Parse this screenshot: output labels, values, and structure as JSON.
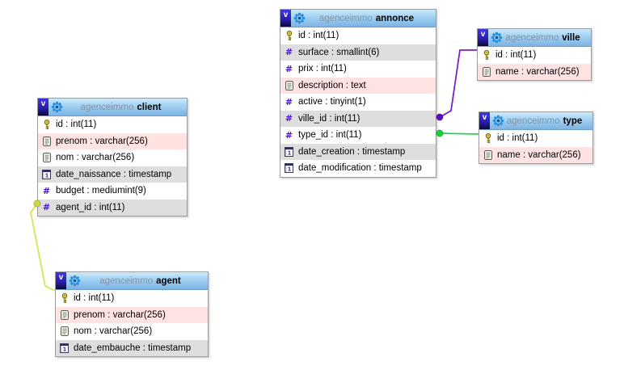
{
  "canvas": {
    "database": "agenceimmo",
    "background": "#ffffff"
  },
  "header": {
    "v_icon_label": "v"
  },
  "tables": [
    {
      "schema": "agenceimmo",
      "name": "annonce",
      "columns": [
        {
          "text": "id : int(11)",
          "icon": "key-icon",
          "bg": "white"
        },
        {
          "text": "surface : smallint(6)",
          "icon": "numeric-icon",
          "bg": "gray"
        },
        {
          "text": "prix : int(11)",
          "icon": "numeric-icon",
          "bg": "white"
        },
        {
          "text": "description : text",
          "icon": "text-icon",
          "bg": "pink"
        },
        {
          "text": "active : tinyint(1)",
          "icon": "numeric-icon",
          "bg": "white"
        },
        {
          "text": "ville_id : int(11)",
          "icon": "numeric-icon",
          "bg": "gray"
        },
        {
          "text": "type_id : int(11)",
          "icon": "numeric-icon",
          "bg": "white"
        },
        {
          "text": "date_creation : timestamp",
          "icon": "calendar-icon",
          "bg": "gray"
        },
        {
          "text": "date_modification : timestamp",
          "icon": "calendar-icon",
          "bg": "white"
        }
      ]
    },
    {
      "schema": "agenceimmo",
      "name": "ville",
      "columns": [
        {
          "text": "id : int(11)",
          "icon": "key-icon",
          "bg": "white"
        },
        {
          "text": "name : varchar(256)",
          "icon": "text-icon",
          "bg": "pink"
        }
      ]
    },
    {
      "schema": "agenceimmo",
      "name": "type",
      "columns": [
        {
          "text": "id : int(11)",
          "icon": "key-icon",
          "bg": "white"
        },
        {
          "text": "name : varchar(256)",
          "icon": "text-icon",
          "bg": "pink"
        }
      ]
    },
    {
      "schema": "agenceimmo",
      "name": "client",
      "columns": [
        {
          "text": "id : int(11)",
          "icon": "key-icon",
          "bg": "white"
        },
        {
          "text": "prenom : varchar(256)",
          "icon": "text-icon",
          "bg": "pink"
        },
        {
          "text": "nom : varchar(256)",
          "icon": "text-icon",
          "bg": "white"
        },
        {
          "text": "date_naissance : timestamp",
          "icon": "calendar-icon",
          "bg": "gray"
        },
        {
          "text": "budget : mediumint(9)",
          "icon": "numeric-icon",
          "bg": "white"
        },
        {
          "text": "agent_id : int(11)",
          "icon": "numeric-icon",
          "bg": "gray"
        }
      ]
    },
    {
      "schema": "agenceimmo",
      "name": "agent",
      "columns": [
        {
          "text": "id : int(11)",
          "icon": "key-icon",
          "bg": "white"
        },
        {
          "text": "prenom : varchar(256)",
          "icon": "text-icon",
          "bg": "pink"
        },
        {
          "text": "nom : varchar(256)",
          "icon": "text-icon",
          "bg": "white"
        },
        {
          "text": "date_embauche : timestamp",
          "icon": "calendar-icon",
          "bg": "gray"
        }
      ]
    }
  ],
  "relations": [
    {
      "from": "annonce.ville_id",
      "to": "ville.id",
      "line_color": "#7a1fd0",
      "dot_color": "#5c0bc4"
    },
    {
      "from": "annonce.type_id",
      "to": "type.id",
      "line_color": "#26d254",
      "dot_color": "#0ed533"
    },
    {
      "from": "client.agent_id",
      "to": "agent.id",
      "line_color": "#d8e356",
      "dot_color": "#c9d83e"
    }
  ],
  "colors": {
    "row_gray": "#dedede",
    "row_pink": "#ffe2e2",
    "header_gradient_top": "#cdeafb",
    "header_gradient_bottom": "#7db3e2",
    "hash_icon": "#4b0fd6",
    "key_icon": "#f0dd4e",
    "table_border": "#9b9b9b"
  }
}
